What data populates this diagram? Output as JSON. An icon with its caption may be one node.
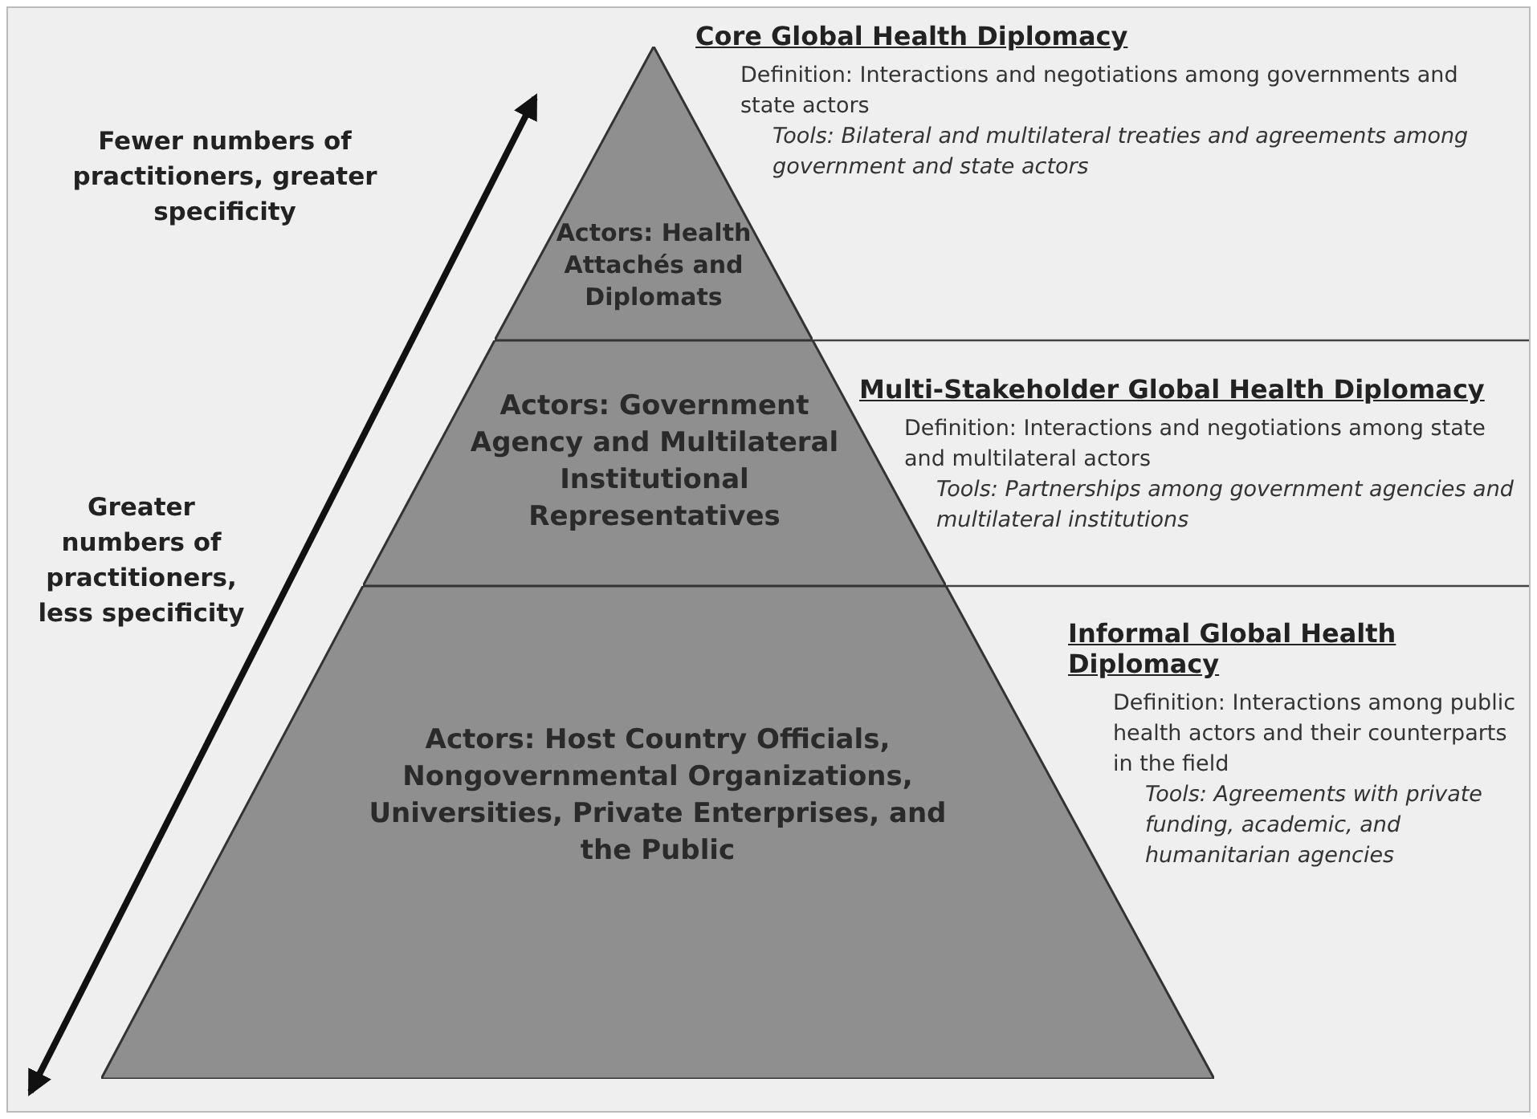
{
  "diagram": {
    "nodes": [
      {
        "text": [
          "Actors: Health Attachés and Diplomats"
        ],
        "beside": [
          "Core Global Health Diplomacy",
          "Definition: Interactions and negotiations among governments and state actors",
          "Tools: Bilateral and multilateral treaties and agreements among government and state actors"
        ]
      },
      {
        "text": [
          "Actors: Government Agency and Multilateral Institutional Representatives"
        ],
        "beside": [
          "Multi-Stakeholder Global Health Diplomacy",
          "Definition: Interactions and negotiations among state and multilateral actors",
          "Tools: Partnerships among government agencies and multilateral institutions"
        ]
      },
      {
        "text": [
          "Actors: Host Country Officials, Nongovernmental Organizations, Universities, Private Enterprises, and the Public"
        ],
        "beside": [
          "Informal Global Health Diplomacy",
          "Definition: Interactions among public health actors and their counterparts in the field",
          "Tools: Agreements with private funding, academic, and humanitarian agencies"
        ]
      }
    ],
    "edges": [],
    "labels": [
      "Fewer numbers of practitioners, greater specificity",
      "Greater numbers of practitioners, less specificity"
    ]
  }
}
